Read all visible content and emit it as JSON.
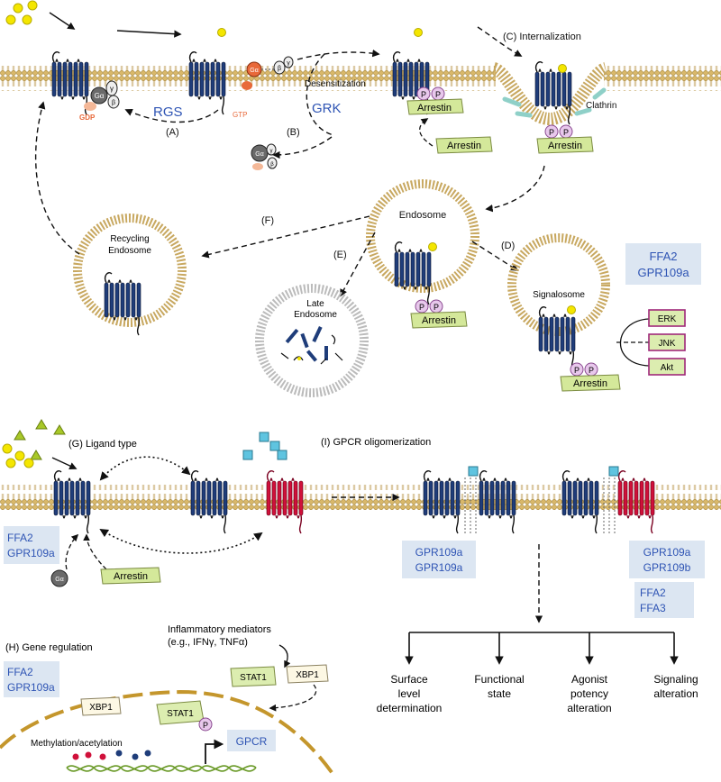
{
  "labels": {
    "rgs": "RGS",
    "gdp": "GDP",
    "gtp": "GTP",
    "a": "(A)",
    "b": "(B)",
    "grk": "GRK",
    "desensitization": "Desensitization",
    "c_internalization": "(C) Internalization",
    "clathrin": "Clathrin",
    "endosome": "Endosome",
    "recycling_endosome_1": "Recycling",
    "recycling_endosome_2": "Endosome",
    "late_endosome_1": "Late",
    "late_endosome_2": "Endosome",
    "signalosome": "Signalosome",
    "d": "(D)",
    "e": "(E)",
    "f": "(F)",
    "erk": "ERK",
    "jnk": "JNK",
    "akt": "Akt",
    "arrestin": "Arrestin",
    "p": "P",
    "g_alpha": "Gα",
    "gamma": "γ",
    "beta": "β",
    "g_ligand_type": "(G) Ligand type",
    "i_gpcr_oligomerization": "(I) GPCR oligomerization",
    "h_gene_regulation": "(H) Gene regulation",
    "inflammatory_1": "Inflammatory mediators",
    "inflammatory_2": "(e.g., IFNγ, TNFα)",
    "stat1": "STAT1",
    "xbp1": "XBP1",
    "methylation": "Methylation/acetylation",
    "gpcr": "GPCR",
    "outcome_1a": "Surface",
    "outcome_1b": "level",
    "outcome_1c": "determination",
    "outcome_2a": "Functional",
    "outcome_2b": "state",
    "outcome_3a": "Agonist",
    "outcome_3b": "potency",
    "outcome_3c": "alteration",
    "outcome_4a": "Signaling",
    "outcome_4b": "alteration"
  },
  "boxes": {
    "ffa2": "FFA2",
    "gpr109a": "GPR109a",
    "gpr109b": "GPR109b",
    "ffa3": "FFA3"
  },
  "colors": {
    "receptor_blue": "#1f3d7a",
    "receptor_red": "#d0103a",
    "membrane_tan": "#c8a860",
    "arrestin_green": "#d4e89a",
    "label_box_blue": "#dce6f2",
    "rgs_grk_text": "#2e54b4",
    "gtp_orange": "#e8693a",
    "ligand_yellow": "#f4e600",
    "ligand_cyan": "#5fc4e0",
    "phospho_pink": "#e8c8ec",
    "kinase_green": "#dcedb0",
    "kinase_border": "#a0287a",
    "nucleus_tan": "#c4962c",
    "clathrin_teal": "#8fd0c8"
  }
}
